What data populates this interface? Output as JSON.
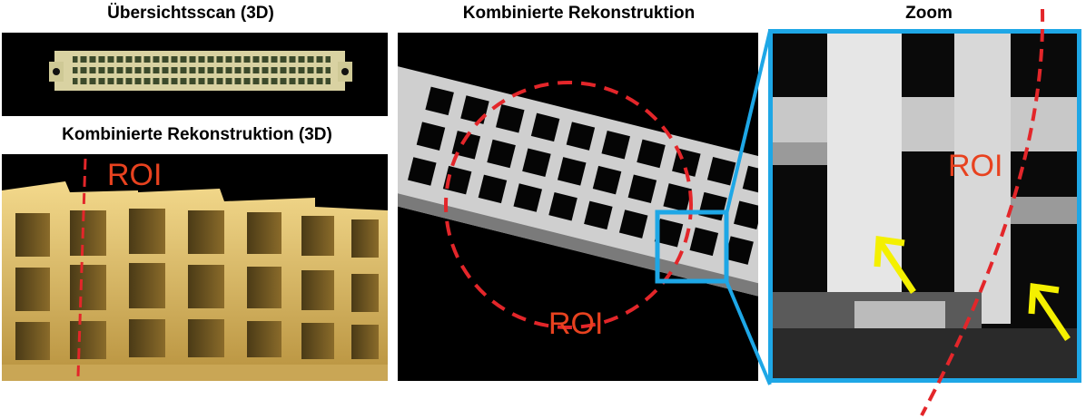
{
  "titles": {
    "overview": "Übersichtsscan (3D)",
    "combined3d": "Kombinierte Rekonstruktion (3D)",
    "combined": "Kombinierte Rekonstruktion",
    "zoom": "Zoom"
  },
  "labels": {
    "roi_3d": "ROI",
    "roi_center": "ROI",
    "roi_zoom": "ROI"
  },
  "colors": {
    "roi_red": "#e8421f",
    "dash_red": "#e3262a",
    "zoom_frame": "#1ea7e6",
    "arrow_yellow": "#f4f000",
    "connector_gold": "#d9c07a"
  }
}
